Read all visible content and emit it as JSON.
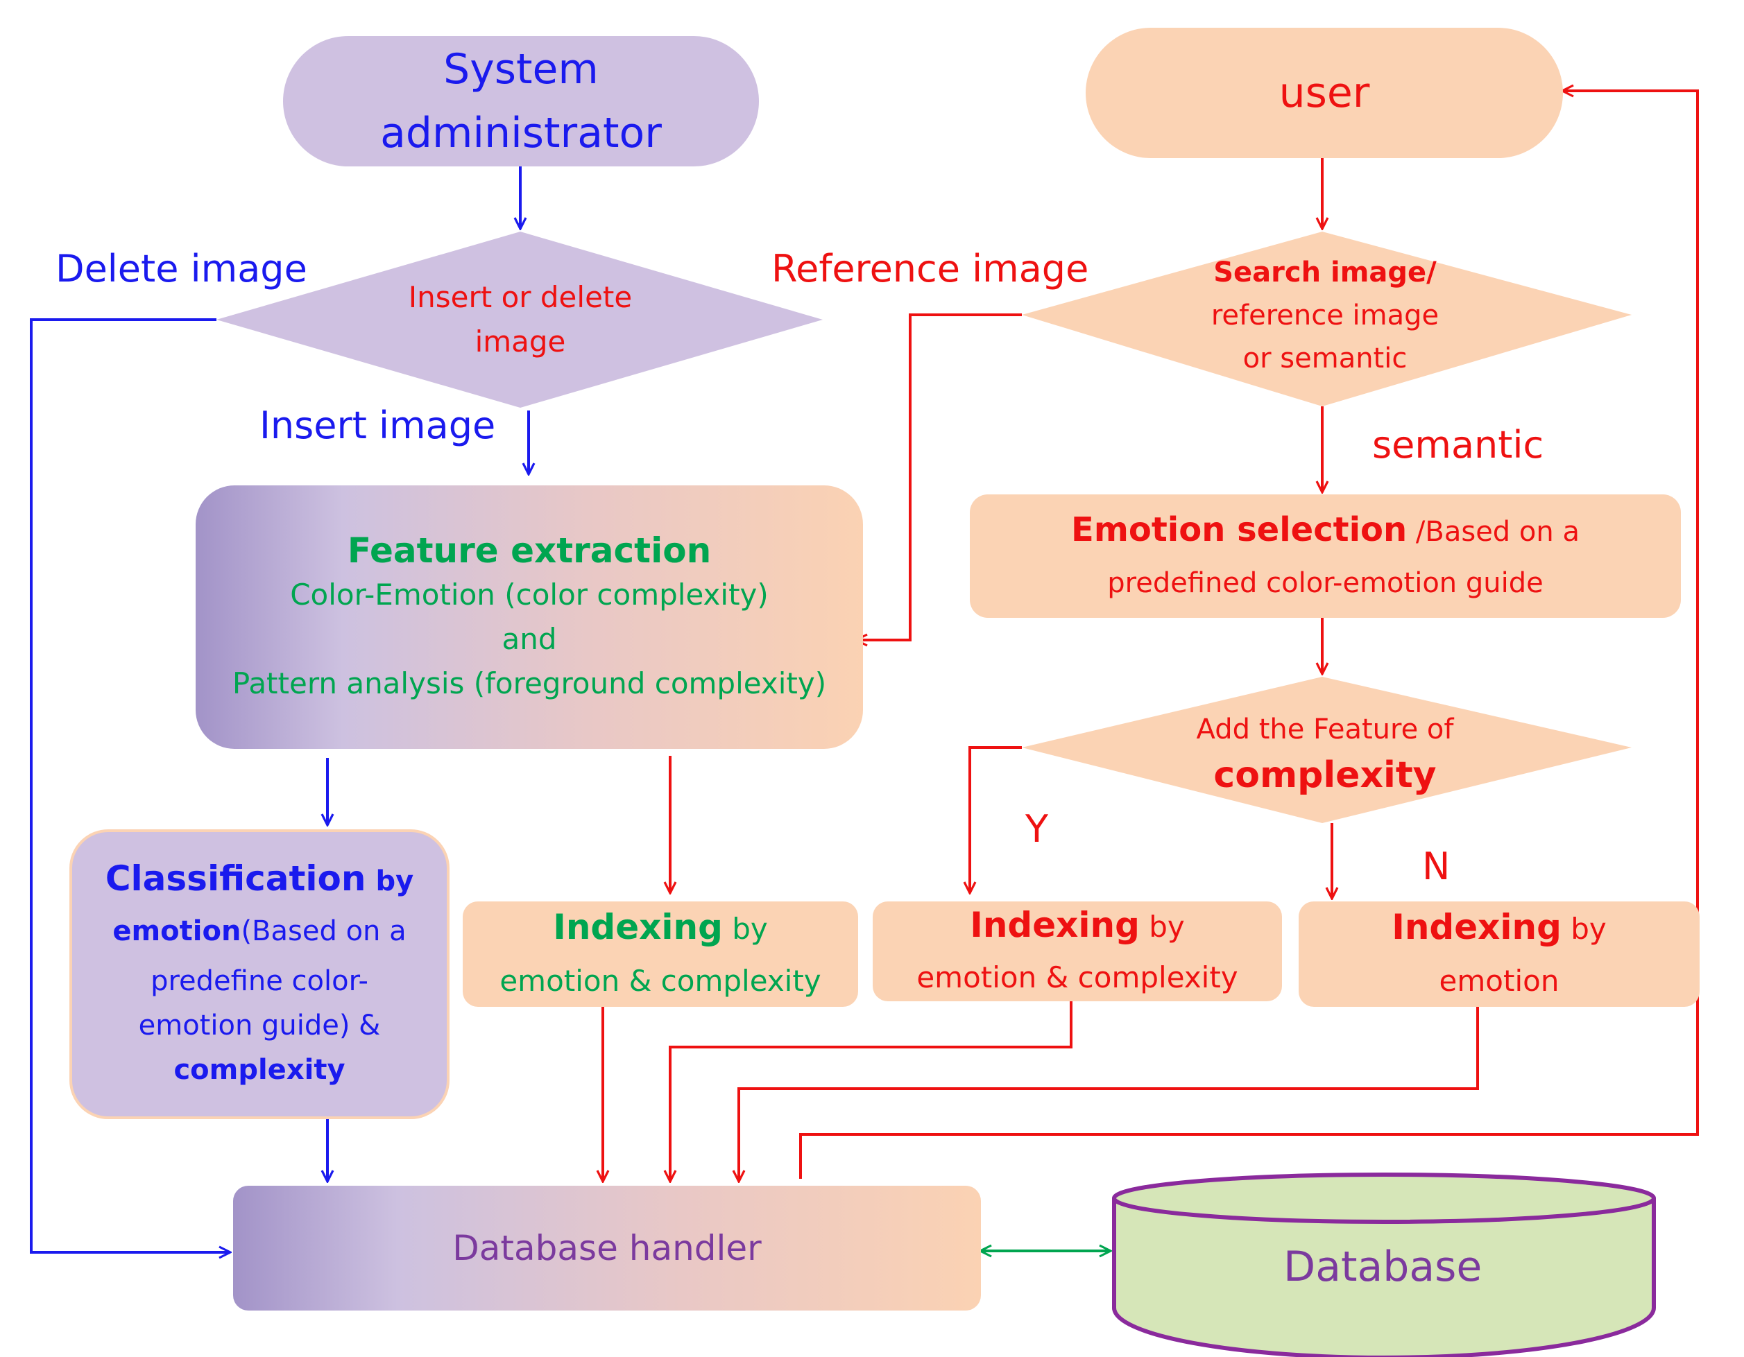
{
  "admin": {
    "line1": "System",
    "line2": "administrator"
  },
  "user": {
    "label": "user"
  },
  "decision_admin": {
    "line1": "Insert or delete",
    "line2": "image"
  },
  "label_delete": "Delete image",
  "label_insert": "Insert image",
  "label_reference": "Reference image",
  "label_semantic": "semantic",
  "decision_user": {
    "line1": "Search  image/",
    "line2": "reference image",
    "line3": "or semantic"
  },
  "feature": {
    "title": "Feature extraction",
    "line1": "Color-Emotion (color complexity)",
    "line2": "and",
    "line3": "Pattern analysis (foreground complexity)"
  },
  "emotion_sel": {
    "bold": "Emotion selection",
    "rest1": " /Based on a",
    "line2": "predefined color-emotion guide"
  },
  "decision_complexity": {
    "line1": "Add the  Feature of",
    "line2": "complexity"
  },
  "label_y": "Y",
  "label_n": "N",
  "classification": {
    "bold1": "Classification",
    "by": " by",
    "bold2": "emotion",
    "rest2": "(Based on a",
    "line3": "predefine color-",
    "line4": "emotion guide)  &",
    "bold3": "complexity"
  },
  "index_admin": {
    "bold": "Indexing",
    "by": " by",
    "line2": "emotion & complexity"
  },
  "index_y": {
    "bold": "Indexing",
    "by": " by",
    "line2": "emotion & complexity"
  },
  "index_n": {
    "bold": "Indexing",
    "by": " by",
    "line2": "emotion"
  },
  "db_handler": {
    "label": "Database handler"
  },
  "database": {
    "label": "Database"
  },
  "colors": {
    "blue": "#1a1aee",
    "red": "#ee1111",
    "green": "#00a550",
    "purple_text": "#7b3a9e",
    "peach": "#fbd3b4",
    "lavender": "#cfc1e1",
    "db_fill": "#d6e6b8"
  }
}
